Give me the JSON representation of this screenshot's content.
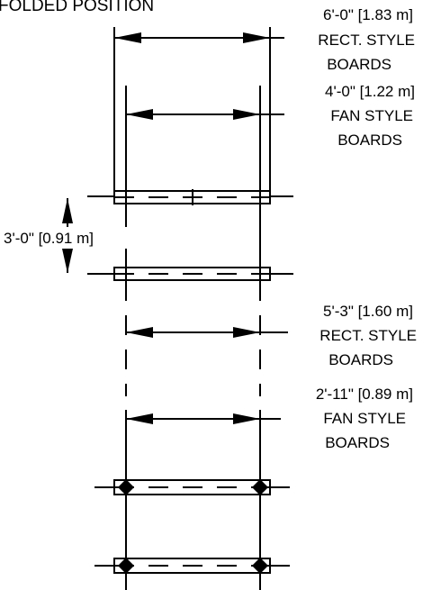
{
  "title": "FOLDED POSITION",
  "dimensions": {
    "rect_folded": {
      "value": "6'-0\" [1.83 m]",
      "line1": "RECT. STYLE",
      "line2": "BOARDS"
    },
    "fan_folded": {
      "value": "4'-0\" [1.22 m]",
      "line1": "FAN STYLE",
      "line2": "BOARDS"
    },
    "height": {
      "value": "3'-0\" [0.91 m]"
    },
    "rect_unfolded": {
      "value": "5'-3\" [1.60 m]",
      "line1": "RECT. STYLE",
      "line2": "BOARDS"
    },
    "fan_unfolded": {
      "value": "2'-11\" [0.89 m]",
      "line1": "FAN STYLE",
      "line2": "BOARDS"
    }
  }
}
